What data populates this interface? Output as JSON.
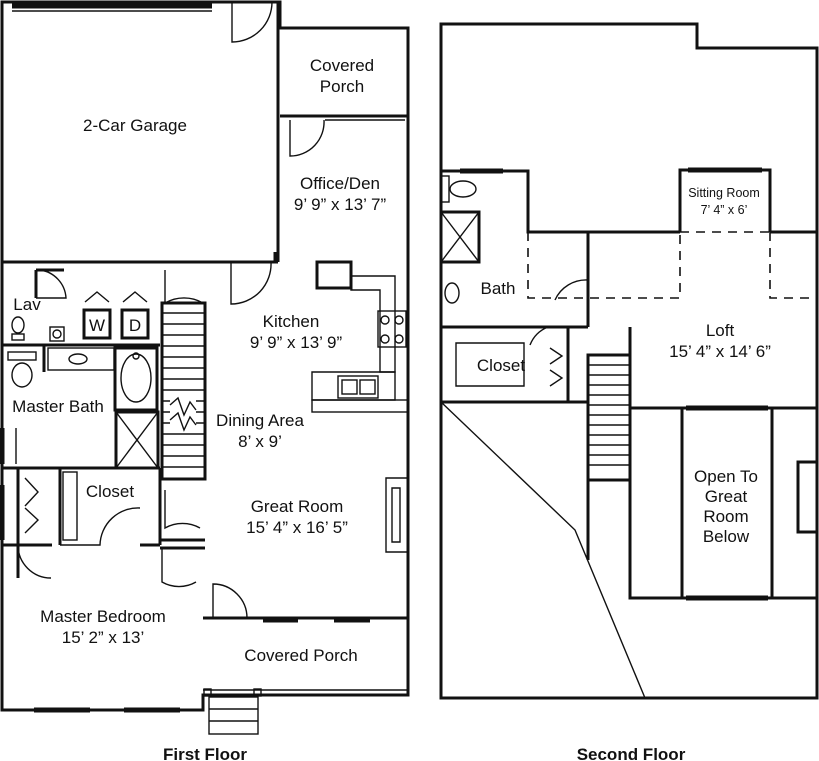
{
  "first_floor": {
    "caption": "First Floor",
    "rooms": {
      "garage": {
        "name": "2-Car Garage"
      },
      "covered_porch_top": {
        "name": "Covered",
        "name2": "Porch"
      },
      "office": {
        "name": "Office/Den",
        "dims": "9’ 9” x 13’ 7”"
      },
      "kitchen": {
        "name": "Kitchen",
        "dims": "9’ 9” x 13’ 9”"
      },
      "lav": {
        "name": "Lav"
      },
      "master_bath": {
        "name": "Master Bath"
      },
      "dining": {
        "name": "Dining Area",
        "dims": "8’ x 9’"
      },
      "closet": {
        "name": "Closet"
      },
      "great_room": {
        "name": "Great Room",
        "dims": "15’ 4” x 16’ 5”"
      },
      "master_bedroom": {
        "name": "Master Bedroom",
        "dims": "15’ 2” x 13’"
      },
      "covered_porch_bottom": {
        "name": "Covered Porch"
      }
    },
    "appliances": {
      "washer": "W",
      "dryer": "D"
    }
  },
  "second_floor": {
    "caption": "Second Floor",
    "rooms": {
      "sitting_room": {
        "name": "Sitting Room",
        "dims": "7’ 4” x 6’"
      },
      "bath": {
        "name": "Bath"
      },
      "loft": {
        "name": "Loft",
        "dims": "15’ 4” x 14’ 6”"
      },
      "closet": {
        "name": "Closet"
      },
      "open_to_below": {
        "line1": "Open To",
        "line2": "Great",
        "line3": "Room",
        "line4": "Below"
      }
    }
  }
}
